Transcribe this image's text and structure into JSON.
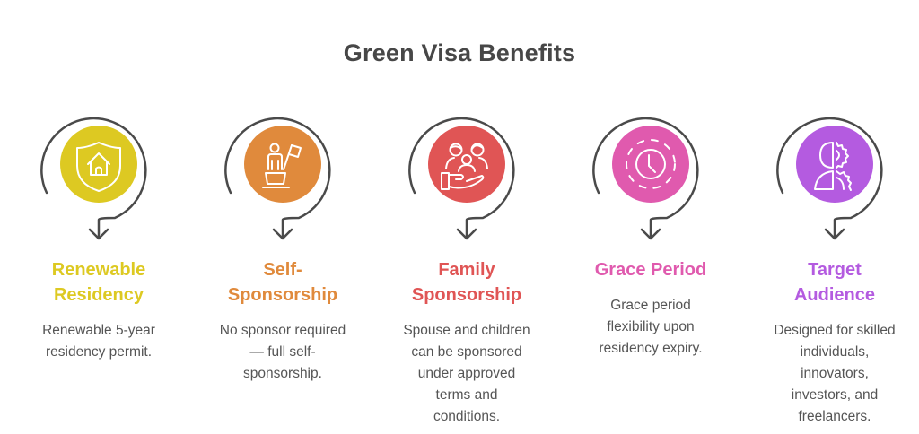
{
  "title": "Green Visa Benefits",
  "steps": [
    {
      "heading_lines": [
        "Renewable",
        "Residency"
      ],
      "description_lines": [
        "Renewable 5-year",
        "residency permit."
      ],
      "icon": "shield-house-icon",
      "color": "#DDC922"
    },
    {
      "heading_lines": [
        "Self-",
        "Sponsorship"
      ],
      "description_lines": [
        "No sponsor required",
        "— full self-",
        "sponsorship."
      ],
      "icon": "person-podium-flag-icon",
      "color": "#E08A3C"
    },
    {
      "heading_lines": [
        "Family",
        "Sponsorship"
      ],
      "description_lines": [
        "Spouse and children",
        "can be sponsored",
        "under approved",
        "terms and",
        "conditions."
      ],
      "icon": "family-hand-icon",
      "color": "#E05555"
    },
    {
      "heading_lines": [
        "Grace Period"
      ],
      "description_lines": [
        "Grace period",
        "flexibility upon",
        "residency expiry."
      ],
      "icon": "clock-icon",
      "color": "#E05AAE"
    },
    {
      "heading_lines": [
        "Target",
        "Audience"
      ],
      "description_lines": [
        "Designed for skilled",
        "individuals,",
        "innovators,",
        "investors, and",
        "freelancers."
      ],
      "icon": "person-gear-icon",
      "color": "#B45BE0"
    }
  ],
  "arc_color": "#4A4A4A"
}
